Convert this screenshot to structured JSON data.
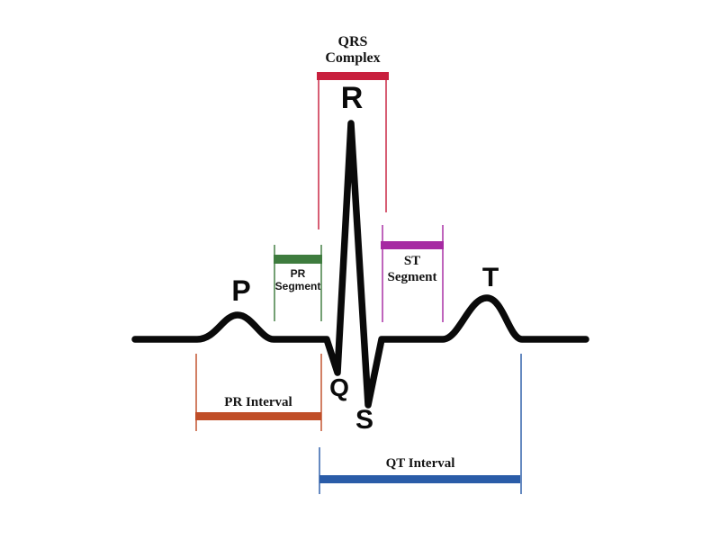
{
  "colors": {
    "waveform": "#0a0a0a",
    "qrs_complex": "#c8203e",
    "pr_segment": "#3e7c3e",
    "st_segment": "#a62aa2",
    "pr_interval": "#c04e28",
    "qt_interval": "#2a5ca8"
  },
  "wave_labels": {
    "p": "P",
    "q": "Q",
    "r": "R",
    "s": "S",
    "t": "T"
  },
  "annotations": {
    "qrs_complex": {
      "line1": "QRS",
      "line2": "Complex"
    },
    "pr_segment": {
      "line1": "PR",
      "line2": "Segment"
    },
    "st_segment": {
      "line1": "ST",
      "line2": "Segment"
    },
    "pr_interval": {
      "label": "PR Interval"
    },
    "qt_interval": {
      "label": "QT Interval"
    }
  }
}
